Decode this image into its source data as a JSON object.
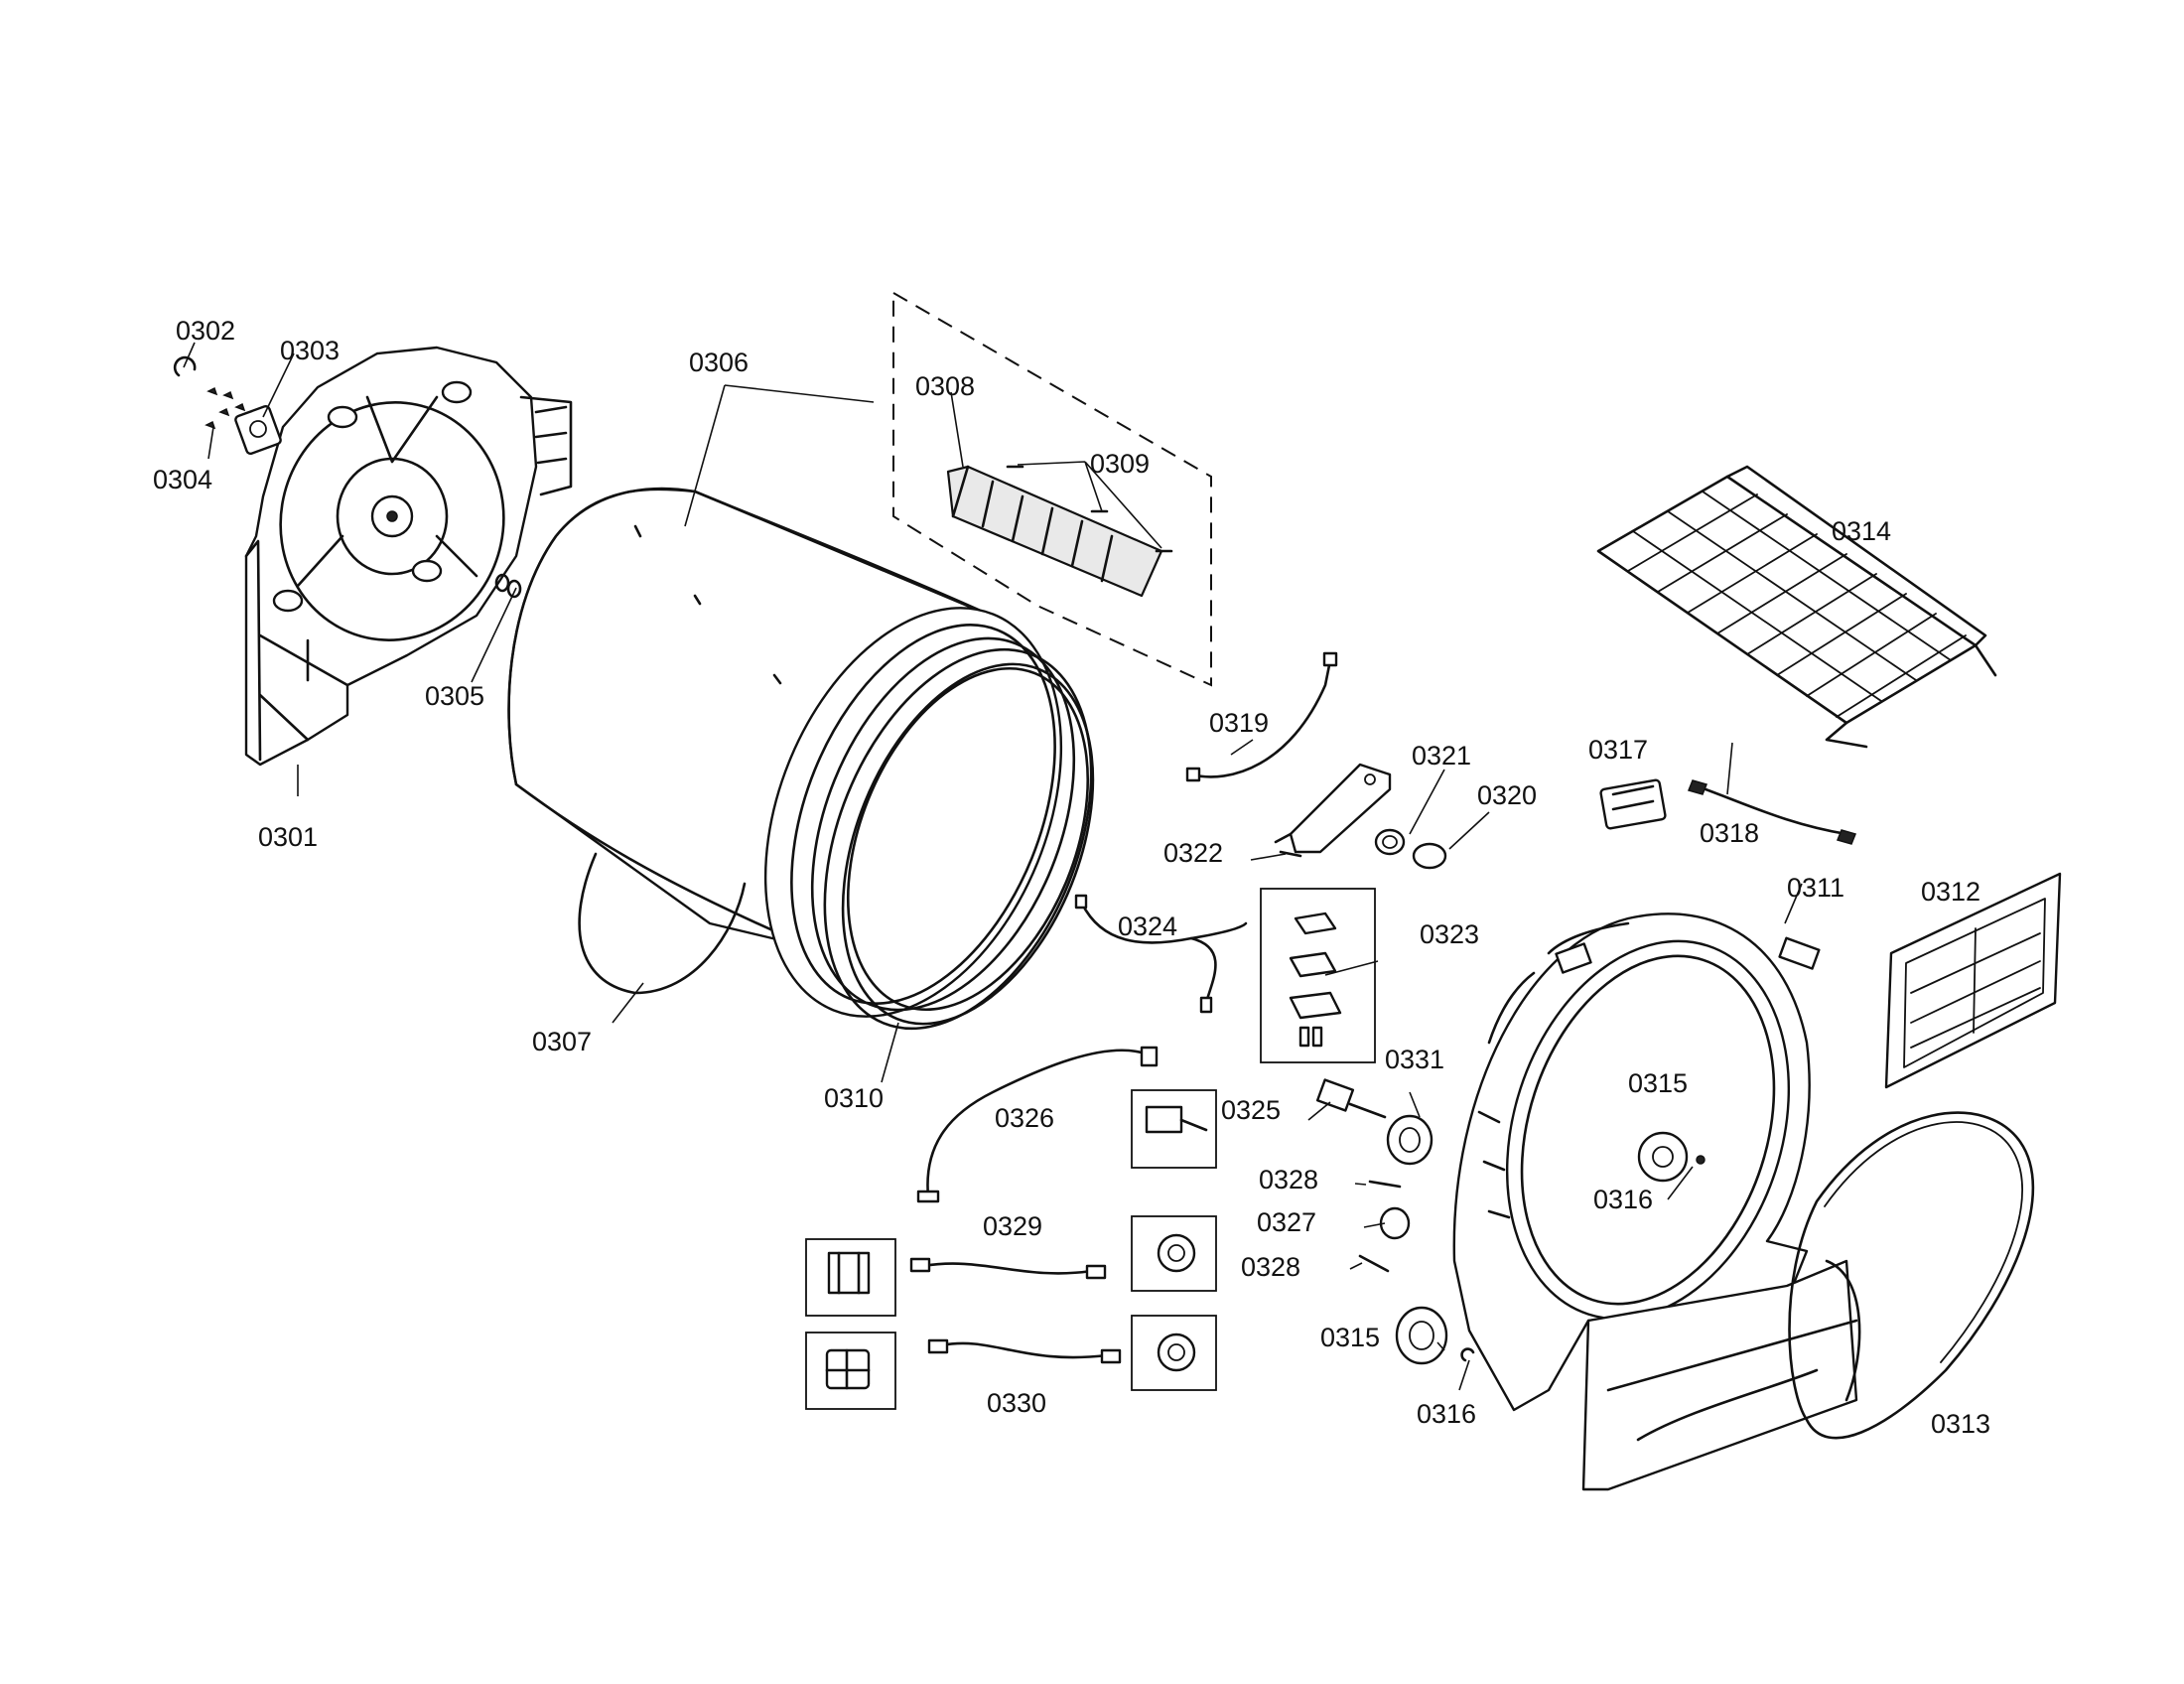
{
  "parts": {
    "p0301": "0301",
    "p0302": "0302",
    "p0303": "0303",
    "p0304": "0304",
    "p0305": "0305",
    "p0306": "0306",
    "p0307": "0307",
    "p0308": "0308",
    "p0309": "0309",
    "p0310": "0310",
    "p0311": "0311",
    "p0312": "0312",
    "p0313": "0313",
    "p0314": "0314",
    "p0315a": "0315",
    "p0315b": "0315",
    "p0316a": "0316",
    "p0316b": "0316",
    "p0317": "0317",
    "p0318": "0318",
    "p0319": "0319",
    "p0320": "0320",
    "p0321": "0321",
    "p0322": "0322",
    "p0323": "0323",
    "p0324": "0324",
    "p0325": "0325",
    "p0326": "0326",
    "p0327": "0327",
    "p0328a": "0328",
    "p0328b": "0328",
    "p0329": "0329",
    "p0330": "0330",
    "p0331": "0331"
  }
}
